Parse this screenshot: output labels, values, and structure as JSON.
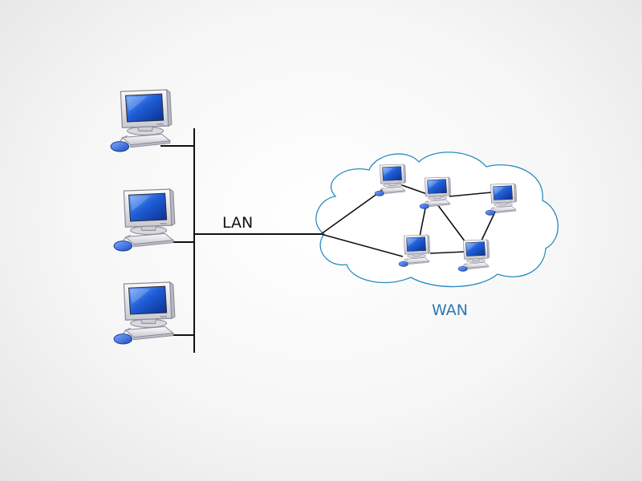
{
  "diagram": {
    "lan": {
      "label": "LAN",
      "computers": 3
    },
    "wan": {
      "label": "WAN",
      "nodes": 5
    }
  },
  "colors": {
    "line": "#111111",
    "cloud_stroke": "#2a8bc0",
    "cloud_fill": "#ffffff",
    "wan_label": "#2a7ab0",
    "screen_blue": "#1a5bd6",
    "monitor_body": "#e9e9ee"
  },
  "icons": {
    "computer": "desktop-computer-icon",
    "cloud": "cloud-shape"
  }
}
